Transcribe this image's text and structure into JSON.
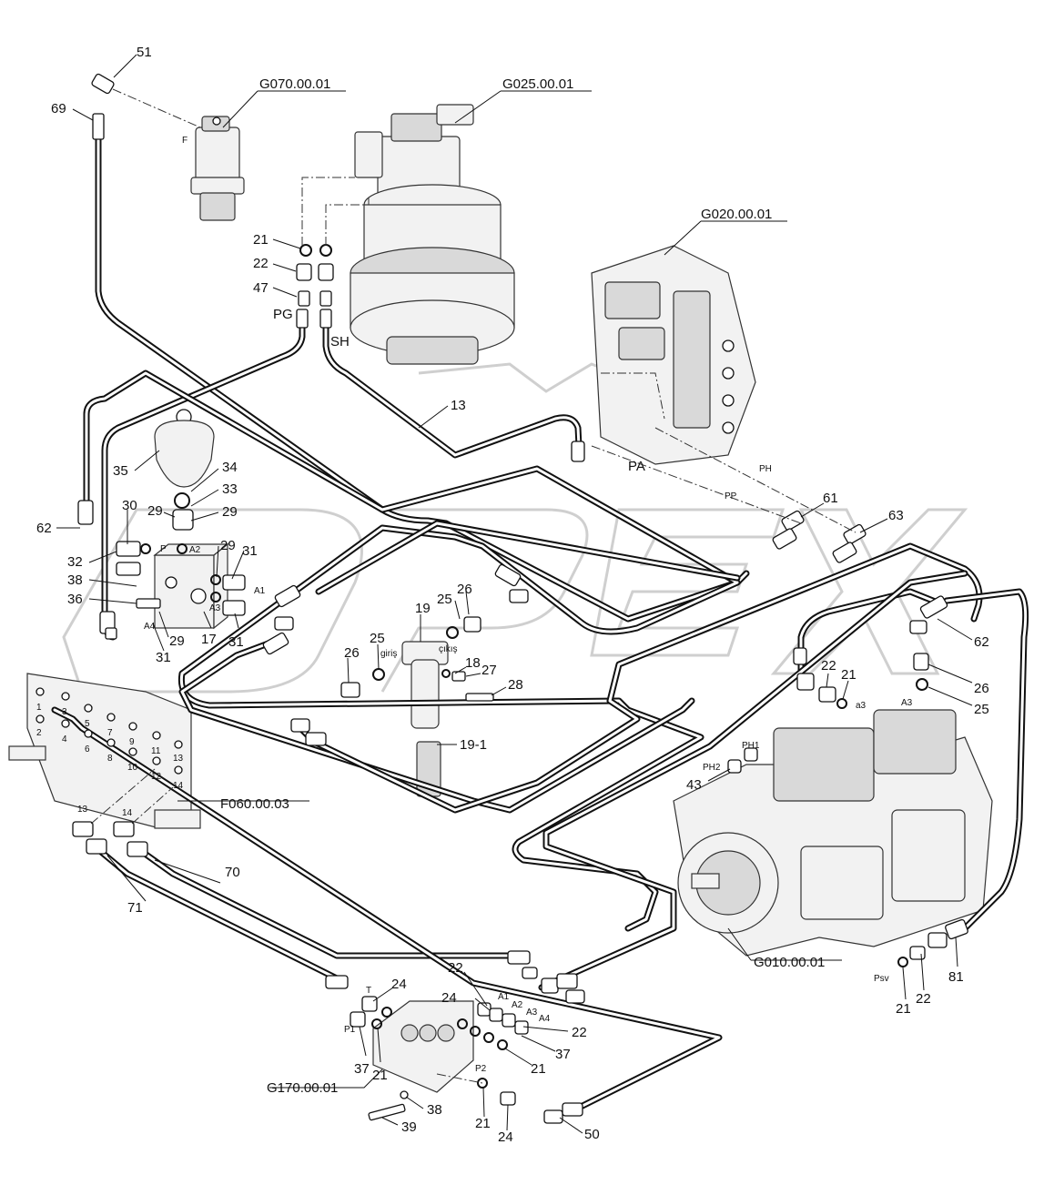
{
  "references": {
    "swing_joint": "G070.00.01",
    "swing_motor": "G025.00.01",
    "control_valve": "G020.00.01",
    "bracket": "F060.00.03",
    "pump": "G010.00.01",
    "solenoid_block": "G170.00.01"
  },
  "part_numbers": {
    "p51": "51",
    "p69": "69",
    "p21a": "21",
    "p22a": "22",
    "p47": "47",
    "p13": "13",
    "p35": "35",
    "p34": "34",
    "p33": "33",
    "p29a": "29",
    "p29b": "29",
    "p29c": "29",
    "p29d": "29",
    "p30": "30",
    "p62a": "62",
    "p32": "32",
    "p38a": "38",
    "p36": "36",
    "p31a": "31",
    "p31b": "31",
    "p31c": "31",
    "p17": "17",
    "p61": "61",
    "p63": "63",
    "p26a": "26",
    "p25a": "25",
    "p19": "19",
    "p25b": "25",
    "p26b": "26",
    "p18": "18",
    "p27": "27",
    "p28": "28",
    "p19_1": "19-1",
    "p62b": "62",
    "p26c": "26",
    "p25c": "25",
    "p22b": "22",
    "p21b": "21",
    "p43": "43",
    "p70": "70",
    "p71": "71",
    "p81": "81",
    "p21c": "21",
    "p22c": "22",
    "p24a": "24",
    "p37a": "37",
    "p21d": "21",
    "p22d": "22",
    "p24b": "24",
    "p22e": "22",
    "p37b": "37",
    "p21e": "21",
    "p21f": "21",
    "p24c": "24",
    "p38b": "38",
    "p39": "39",
    "p50": "50"
  },
  "port_labels": {
    "F": "F",
    "PG": "PG",
    "SH": "SH",
    "PA": "PA",
    "PH": "PH",
    "PP": "PP",
    "P": "P",
    "A2": "A2",
    "A1": "A1",
    "A3": "A3",
    "A4": "A4",
    "giris": "giriş",
    "cikis": "çıkış",
    "PH1": "PH1",
    "PH2": "PH2",
    "a3": "a3",
    "A3b": "A3",
    "Psv": "Psv",
    "T": "T",
    "P1": "P1",
    "P2": "P2",
    "A1b": "A1",
    "A2b": "A2",
    "A3c": "A3",
    "A4b": "A4"
  },
  "bracket_numbers": {
    "n1": "1",
    "n2": "2",
    "n3": "3",
    "n4": "4",
    "n5": "5",
    "n6": "6",
    "n7": "7",
    "n8": "8",
    "n9": "9",
    "n10": "10",
    "n11": "11",
    "n12": "12",
    "n13": "13",
    "n14": "14",
    "h13": "13",
    "h14": "14"
  }
}
